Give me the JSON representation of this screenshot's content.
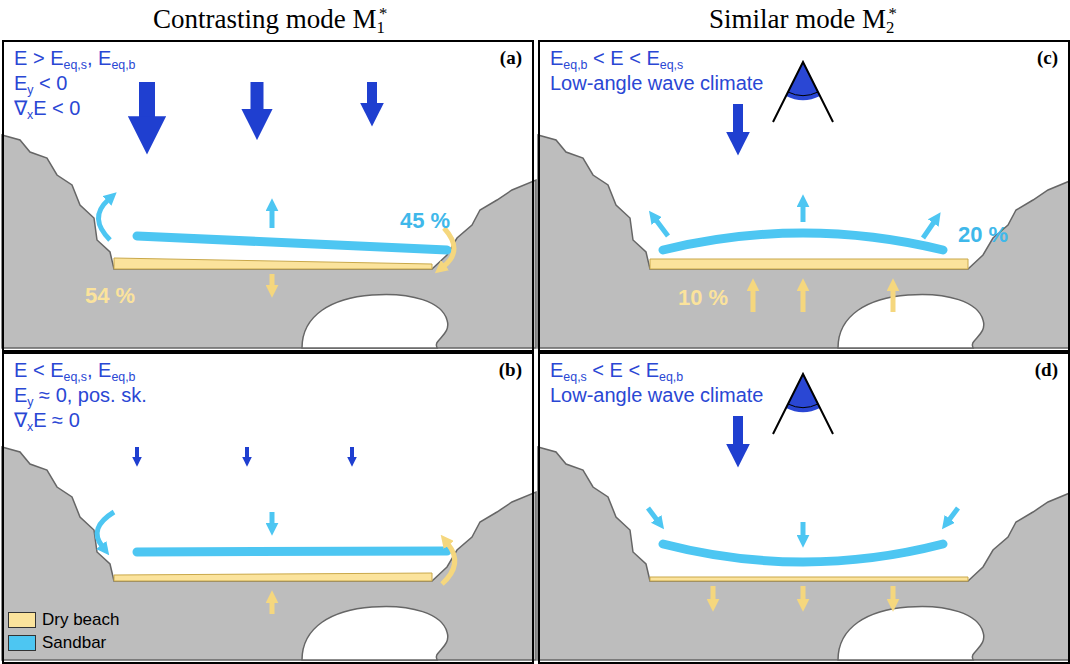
{
  "diagram": {
    "nodes": [
      {
        "text": [
          "(a)",
          "E > Eeq,s, Eeq,b",
          "Ey < 0",
          "∇xE < 0"
        ]
      },
      {
        "text": [
          "(c)",
          "Eeq,b < E < Eeq,s",
          "Low-angle wave climate"
        ]
      },
      {
        "text": [
          "(b)",
          "E < Eeq,s, Eeq,b",
          "Ey ≈ 0, pos. sk.",
          "∇xE ≈ 0"
        ]
      },
      {
        "text": [
          "(d)",
          "Eeq,s < E < Eeq,b",
          "Low-angle wave climate"
        ]
      }
    ],
    "labels": [
      "Contrasting mode M1*",
      "Similar mode M2*",
      "45 %",
      "54 %",
      "20 %",
      "10 %"
    ],
    "legend": [
      {
        "text": "Dry beach",
        "color": "#fbe39c"
      },
      {
        "text": "Sandbar",
        "color": "#4dc6f2"
      }
    ]
  }
}
